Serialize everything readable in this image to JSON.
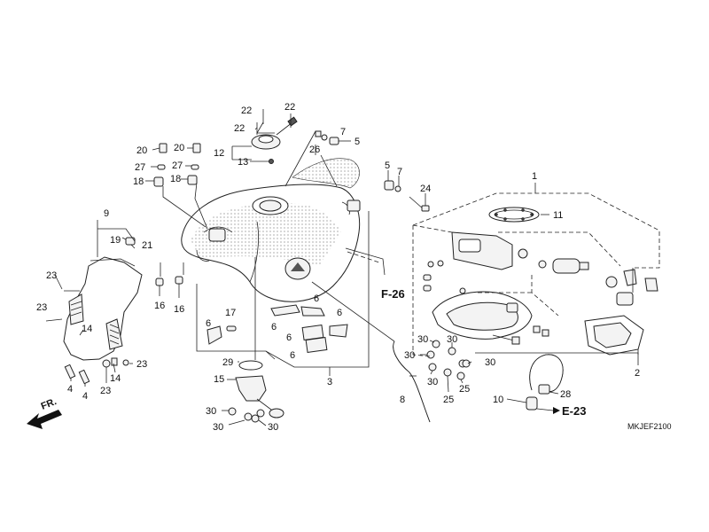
{
  "diagram": {
    "code": "MKJEF2100",
    "direction_label": "FR.",
    "refs": {
      "f26": "F-26",
      "e23": "E-23"
    },
    "callouts": [
      {
        "id": "c1",
        "text": "1"
      },
      {
        "id": "c2",
        "text": "2"
      },
      {
        "id": "c3",
        "text": "3"
      },
      {
        "id": "c4a",
        "text": "4"
      },
      {
        "id": "c4b",
        "text": "4"
      },
      {
        "id": "c5a",
        "text": "5"
      },
      {
        "id": "c5b",
        "text": "5"
      },
      {
        "id": "c6a",
        "text": "6"
      },
      {
        "id": "c6b",
        "text": "6"
      },
      {
        "id": "c6c",
        "text": "6"
      },
      {
        "id": "c6d",
        "text": "6"
      },
      {
        "id": "c6e",
        "text": "6"
      },
      {
        "id": "c6f",
        "text": "6"
      },
      {
        "id": "c7a",
        "text": "7"
      },
      {
        "id": "c7b",
        "text": "7"
      },
      {
        "id": "c8",
        "text": "8"
      },
      {
        "id": "c9",
        "text": "9"
      },
      {
        "id": "c10",
        "text": "10"
      },
      {
        "id": "c11",
        "text": "11"
      },
      {
        "id": "c12",
        "text": "12"
      },
      {
        "id": "c13",
        "text": "13"
      },
      {
        "id": "c14a",
        "text": "14"
      },
      {
        "id": "c14b",
        "text": "14"
      },
      {
        "id": "c15",
        "text": "15"
      },
      {
        "id": "c16a",
        "text": "16"
      },
      {
        "id": "c16b",
        "text": "16"
      },
      {
        "id": "c17",
        "text": "17"
      },
      {
        "id": "c18a",
        "text": "18"
      },
      {
        "id": "c18b",
        "text": "18"
      },
      {
        "id": "c19",
        "text": "19"
      },
      {
        "id": "c20a",
        "text": "20"
      },
      {
        "id": "c20b",
        "text": "20"
      },
      {
        "id": "c21",
        "text": "21"
      },
      {
        "id": "c22a",
        "text": "22"
      },
      {
        "id": "c22b",
        "text": "22"
      },
      {
        "id": "c22c",
        "text": "22"
      },
      {
        "id": "c23a",
        "text": "23"
      },
      {
        "id": "c23b",
        "text": "23"
      },
      {
        "id": "c23c",
        "text": "23"
      },
      {
        "id": "c23d",
        "text": "23"
      },
      {
        "id": "c24",
        "text": "24"
      },
      {
        "id": "c25a",
        "text": "25"
      },
      {
        "id": "c25b",
        "text": "25"
      },
      {
        "id": "c26",
        "text": "26"
      },
      {
        "id": "c27a",
        "text": "27"
      },
      {
        "id": "c27b",
        "text": "27"
      },
      {
        "id": "c28",
        "text": "28"
      },
      {
        "id": "c29",
        "text": "29"
      },
      {
        "id": "c30a",
        "text": "30"
      },
      {
        "id": "c30b",
        "text": "30"
      },
      {
        "id": "c30c",
        "text": "30"
      },
      {
        "id": "c30d",
        "text": "30"
      },
      {
        "id": "c30e",
        "text": "30"
      },
      {
        "id": "c30f",
        "text": "30"
      },
      {
        "id": "c30g",
        "text": "30"
      },
      {
        "id": "c30h",
        "text": "30"
      }
    ]
  }
}
